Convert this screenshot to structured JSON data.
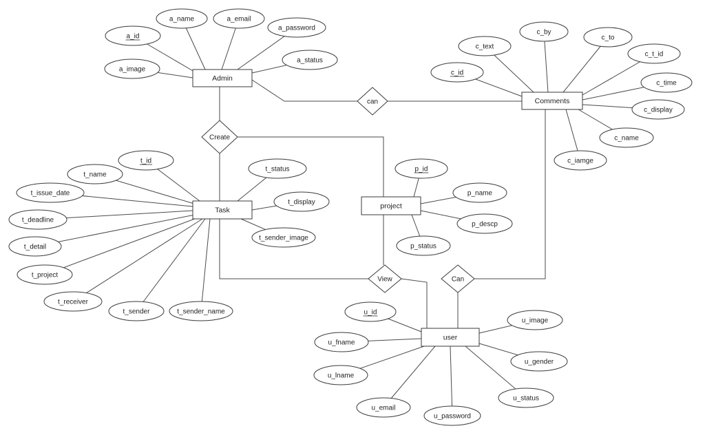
{
  "entities": [
    {
      "id": "admin",
      "label": "Admin"
    },
    {
      "id": "comments",
      "label": "Comments"
    },
    {
      "id": "task",
      "label": "Task"
    },
    {
      "id": "project",
      "label": "project"
    },
    {
      "id": "user",
      "label": "user"
    }
  ],
  "relationships": [
    {
      "id": "can1",
      "label": "can"
    },
    {
      "id": "create",
      "label": "Create"
    },
    {
      "id": "view",
      "label": "View"
    },
    {
      "id": "can2",
      "label": "Can"
    }
  ],
  "attributes": [
    {
      "id": "a_id",
      "label": "a_id",
      "key": true,
      "entity": "admin"
    },
    {
      "id": "a_name",
      "label": "a_name",
      "entity": "admin"
    },
    {
      "id": "a_email",
      "label": "a_email",
      "entity": "admin"
    },
    {
      "id": "a_password",
      "label": "a_password",
      "entity": "admin"
    },
    {
      "id": "a_image",
      "label": "a_image",
      "entity": "admin"
    },
    {
      "id": "a_status",
      "label": "a_status",
      "entity": "admin"
    },
    {
      "id": "c_text",
      "label": "c_text",
      "entity": "comments"
    },
    {
      "id": "c_by",
      "label": "c_by",
      "entity": "comments"
    },
    {
      "id": "c_to",
      "label": "c_to",
      "entity": "comments"
    },
    {
      "id": "c_t_id",
      "label": "c_t_id",
      "entity": "comments"
    },
    {
      "id": "c_id",
      "label": "c_id",
      "key": true,
      "entity": "comments"
    },
    {
      "id": "c_time",
      "label": "c_time",
      "entity": "comments"
    },
    {
      "id": "c_display",
      "label": "c_display",
      "entity": "comments"
    },
    {
      "id": "c_name",
      "label": "c_name",
      "entity": "comments"
    },
    {
      "id": "c_iamge",
      "label": "c_iamge",
      "entity": "comments"
    },
    {
      "id": "t_id",
      "label": "t_id",
      "key": true,
      "entity": "task"
    },
    {
      "id": "t_name",
      "label": "t_name",
      "entity": "task"
    },
    {
      "id": "t_issue_date",
      "label": "t_issue_date",
      "entity": "task"
    },
    {
      "id": "t_deadline",
      "label": "t_deadline",
      "entity": "task"
    },
    {
      "id": "t_detail",
      "label": "t_detail",
      "entity": "task"
    },
    {
      "id": "t_project",
      "label": "t_project",
      "entity": "task"
    },
    {
      "id": "t_receiver",
      "label": "t_receiver",
      "entity": "task"
    },
    {
      "id": "t_sender",
      "label": "t_sender",
      "entity": "task"
    },
    {
      "id": "t_sender_name",
      "label": "t_sender_name",
      "entity": "task"
    },
    {
      "id": "t_status",
      "label": "t_status",
      "entity": "task"
    },
    {
      "id": "t_display",
      "label": "t_display",
      "entity": "task"
    },
    {
      "id": "t_sender_image",
      "label": "t_sender_image",
      "entity": "task"
    },
    {
      "id": "p_id",
      "label": "p_id",
      "key": true,
      "entity": "project"
    },
    {
      "id": "p_name",
      "label": "p_name",
      "entity": "project"
    },
    {
      "id": "p_descp",
      "label": "p_descp",
      "entity": "project"
    },
    {
      "id": "p_status",
      "label": "p_status",
      "entity": "project"
    },
    {
      "id": "u_id",
      "label": "u_id",
      "key": true,
      "entity": "user"
    },
    {
      "id": "u_fname",
      "label": "u_fname",
      "entity": "user"
    },
    {
      "id": "u_lname",
      "label": "u_lname",
      "entity": "user"
    },
    {
      "id": "u_email",
      "label": "u_email",
      "entity": "user"
    },
    {
      "id": "u_password",
      "label": "u_password",
      "entity": "user"
    },
    {
      "id": "u_status",
      "label": "u_status",
      "entity": "user"
    },
    {
      "id": "u_gender",
      "label": "u_gender",
      "entity": "user"
    },
    {
      "id": "u_image",
      "label": "u_image",
      "entity": "user"
    }
  ],
  "links": [
    {
      "from": "admin",
      "to": "can1"
    },
    {
      "from": "can1",
      "to": "comments"
    },
    {
      "from": "admin",
      "to": "create"
    },
    {
      "from": "create",
      "to": "task"
    },
    {
      "from": "create",
      "to": "project"
    },
    {
      "from": "task",
      "to": "view"
    },
    {
      "from": "project",
      "to": "view"
    },
    {
      "from": "view",
      "to": "user"
    },
    {
      "from": "comments",
      "to": "can2"
    },
    {
      "from": "can2",
      "to": "user"
    }
  ]
}
